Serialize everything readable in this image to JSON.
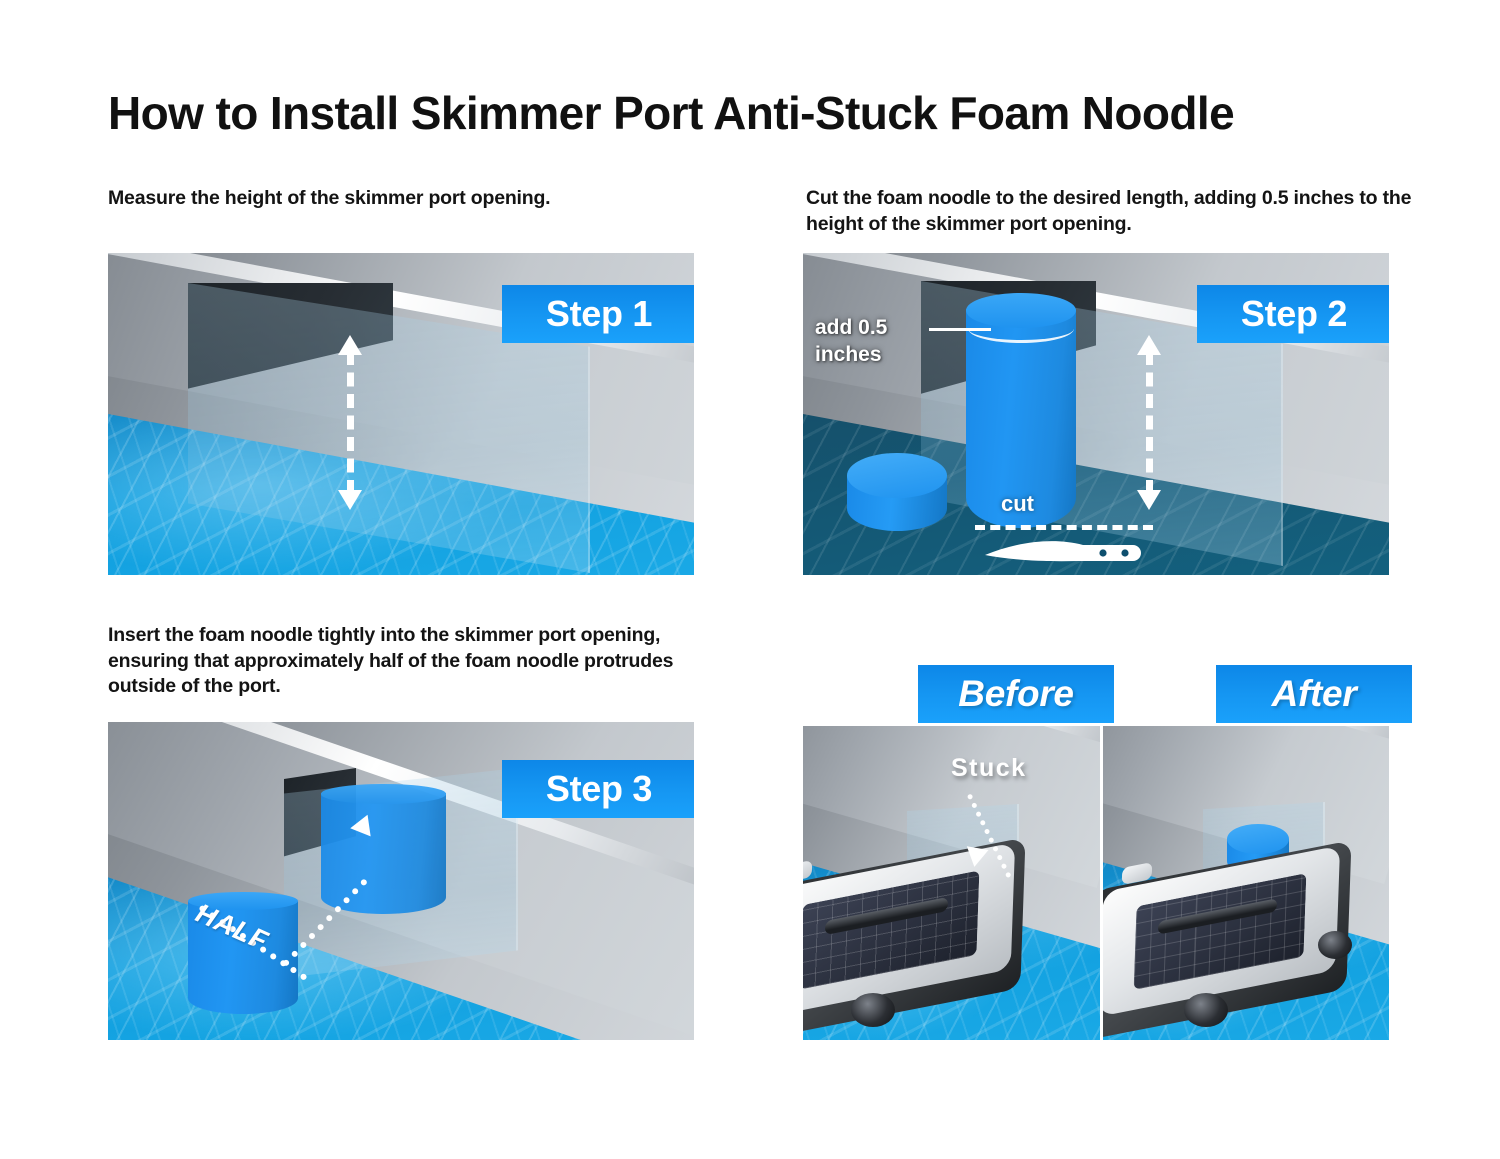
{
  "page": {
    "title": "How to Install Skimmer Port Anti-Stuck Foam Noodle",
    "accent_blue": "#1596f2",
    "accent_blue_dark": "#0b5d9e",
    "background": "#ffffff"
  },
  "steps": [
    {
      "id": "step-1",
      "badge": "Step 1",
      "caption": "Measure the height of the skimmer port opening.",
      "annotations": []
    },
    {
      "id": "step-2",
      "badge": "Step 2",
      "caption": "Cut the foam noodle to the desired length, adding 0.5 inches to the height of the skimmer port opening.",
      "annotations": [
        "add 0.5\ninches",
        "cut"
      ]
    },
    {
      "id": "step-3",
      "badge": "Step 3",
      "caption": "Insert the foam noodle tightly into the skimmer port opening, ensuring that approximately half of the foam noodle protrudes outside of the port.",
      "annotations": [
        "HALF"
      ]
    }
  ],
  "annotations": {
    "add_inches": "add 0.5\ninches",
    "cut": "cut",
    "half": "HALF",
    "stuck": "Stuck"
  },
  "comparison": {
    "before_label": "Before",
    "after_label": "After",
    "before_annotation": "Stuck"
  },
  "icons": {
    "knife": "knife-icon",
    "measure_arrow": "double-arrow-icon",
    "pointer_arrow": "arrow-icon"
  }
}
